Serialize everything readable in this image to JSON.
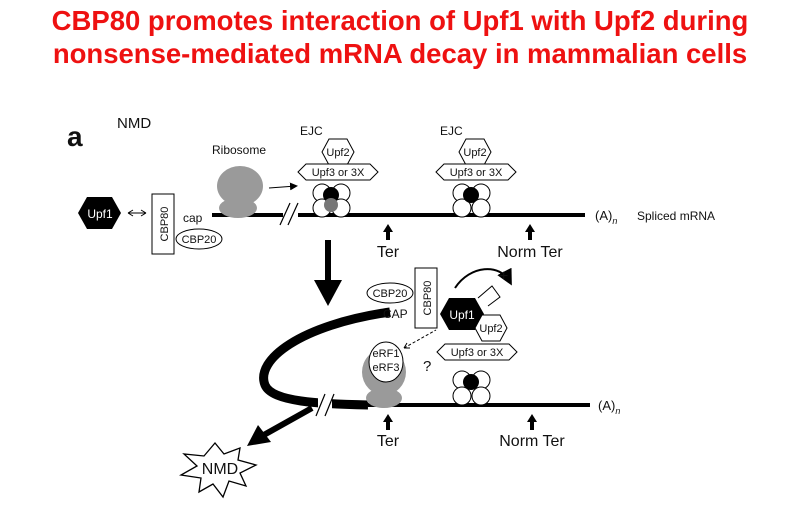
{
  "title": {
    "line1": "CBP80 promotes interaction of Upf1 with Upf2 during",
    "line2": "nonsense-mediated mRNA decay in mammalian cells"
  },
  "figure": {
    "panel_label": "a",
    "heading": "NMD",
    "top": {
      "upf1": "Upf1",
      "cbp80": "CBP80",
      "cap": "cap",
      "cbp20": "CBP20",
      "ribosome": "Ribosome",
      "ejc_1": "EJC",
      "upf2_1": "Upf2",
      "upf3_1": "Upf3 or 3X",
      "ejc_2": "EJC",
      "upf2_2": "Upf2",
      "upf3_2": "Upf3 or 3X",
      "ter": "Ter",
      "norm_ter": "Norm Ter",
      "polya": "(A)",
      "polya_sub": "n",
      "spliced": "Spliced mRNA"
    },
    "bottom": {
      "cbp20": "CBP20",
      "cap": "CAP",
      "cbp80": "CBP80",
      "upf1": "Upf1",
      "plus": "+",
      "upf2": "Upf2",
      "upf3": "Upf3 or 3X",
      "erf1": "eRF1",
      "erf3": "eRF3",
      "question": "?",
      "ter": "Ter",
      "norm_ter": "Norm Ter",
      "polya": "(A)",
      "polya_sub": "n",
      "nmd": "NMD"
    },
    "colors": {
      "title": "#ee1111",
      "ribosome": "#9a9a9a",
      "line": "#000000"
    }
  }
}
